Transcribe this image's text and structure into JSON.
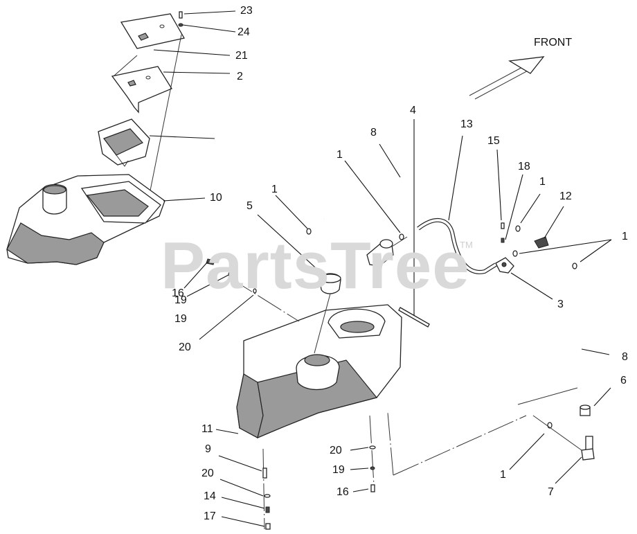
{
  "watermark": {
    "text": "PartsTree",
    "tm": "TM"
  },
  "direction": {
    "label": "FRONT"
  },
  "callouts": {
    "c23": "23",
    "c24": "24",
    "c21": "21",
    "c2": "2",
    "c10": "10",
    "c4": "4",
    "c13": "13",
    "c8a": "8",
    "c15": "15",
    "c1a": "1",
    "c18": "18",
    "c1b": "1",
    "c12": "12",
    "c1c": "1",
    "c1d": "1",
    "c5": "5",
    "c3": "3",
    "c16a": "16",
    "c19a": "19",
    "c20a": "20",
    "c8b": "8",
    "c6": "6",
    "c11": "11",
    "c9": "9",
    "c20b": "20",
    "c14": "14",
    "c17": "17",
    "c20c": "20",
    "c19b": "19",
    "c16b": "16",
    "c1e": "1",
    "c7": "7"
  }
}
